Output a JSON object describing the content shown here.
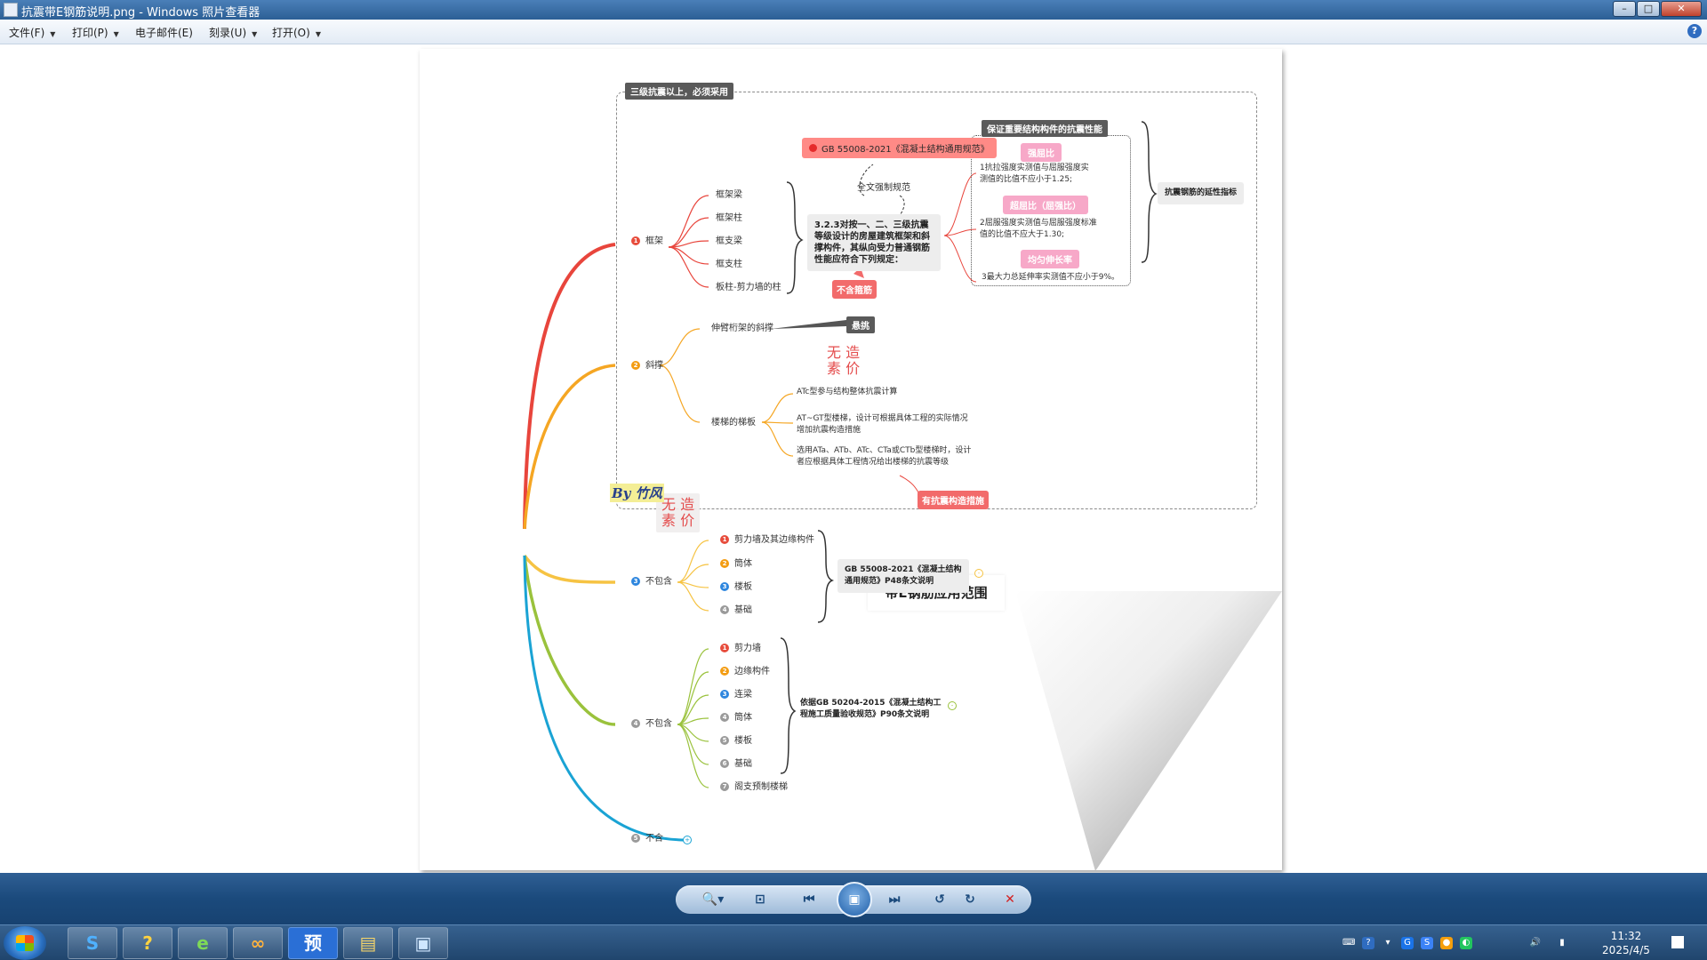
{
  "window": {
    "title": "抗震带E钢筋说明.png - Windows 照片查看器",
    "min_glyph": "–",
    "max_glyph": "□",
    "close_glyph": "✕"
  },
  "menu": {
    "items": [
      {
        "label": "文件(F)"
      },
      {
        "label": "打印(P)"
      },
      {
        "label": "电子邮件(E)"
      },
      {
        "label": "刻录(U)"
      },
      {
        "label": "打开(O)"
      }
    ],
    "help_glyph": "?"
  },
  "mindmap": {
    "root": "带E钢筋应用范围",
    "group_title": "三级抗震以上，必须采用",
    "branch1": {
      "label": "框架",
      "leaves": [
        "框架梁",
        "框架柱",
        "框支梁",
        "框支柱",
        "板柱-剪力墙的柱"
      ],
      "gb_ref": "GB 55008-2021《混凝土结构通用规范》",
      "mandatory": "全文强制规范",
      "clause": "3.2.3对按一、二、三级抗震等级设计的房屋建筑框架和斜撑构件，其纵向受力普通钢筋性能应符合下列规定：",
      "excluded": "不含箍筋",
      "perf_title": "保证重要结构构件的抗震性能",
      "ratio1_tag": "强屈比",
      "ratio1_text": "1抗拉强度实测值与屈服强度实测值的比值不应小于1.25;",
      "ratio2_tag": "超屈比（屈强比）",
      "ratio2_text": "2屈服强度实测值与屈服强度标准值的比值不应大于1.30;",
      "ratio3_tag": "均匀伸长率",
      "ratio3_text": "3最大力总延伸率实测值不应小于9%。",
      "side_label": "抗震钢筋的延性指标"
    },
    "branch2": {
      "label": "斜撑",
      "leaf1": "伸臂桁架的斜撑",
      "leaf1_tag": "悬挑",
      "leaf2": "楼梯的梯板",
      "stair_notes": [
        "ATc型参与结构整体抗震计算",
        "AT~GT型楼梯，设计可根据具体工程的实际情况增加抗震构造措施",
        "选用ATa、ATb、ATc、CTa或CTb型楼梯时，设计者应根据具体工程情况给出楼梯的抗震等级"
      ],
      "stair_tag": "有抗震构造措施"
    },
    "branch3": {
      "label": "不包含",
      "leaves": [
        "剪力墙及其边缘构件",
        "筒体",
        "楼板",
        "基础"
      ],
      "note": "GB 55008-2021《混凝土结构通用规范》P48条文说明"
    },
    "branch4": {
      "label": "不包含",
      "leaves": [
        "剪力墙",
        "边缘构件",
        "连梁",
        "筒体",
        "楼板",
        "基础",
        "阁支预制楼梯"
      ],
      "note": "依据GB 50204-2015《混凝土结构工程施工质量验收规范》P90条文说明"
    },
    "branch5": {
      "label": "不含"
    },
    "signature": "By 竹风",
    "stamp_chars": [
      "无",
      "造",
      "素",
      "价"
    ]
  },
  "controls": {
    "zoom": "🔍▾",
    "fit": "⊡",
    "prev": "⏮",
    "play": "▣",
    "next": "⏭",
    "rotate_ccw": "↺",
    "rotate_cw": "↻",
    "delete": "✕"
  },
  "taskbar": {
    "apps": [
      "S",
      "?",
      "e",
      "∞",
      "预",
      "▤",
      "▣"
    ],
    "tray": [
      "⌨",
      "?",
      "▾",
      "G",
      "S",
      "●",
      "◐",
      "🔊",
      "▮"
    ],
    "time": "11:32",
    "date": "2025/4/5"
  },
  "colors": {
    "branch1": "#e8453c",
    "branch2": "#f5a623",
    "branch3": "#f6c343",
    "branch4": "#9ac23c",
    "branch5": "#1aa3d4"
  }
}
